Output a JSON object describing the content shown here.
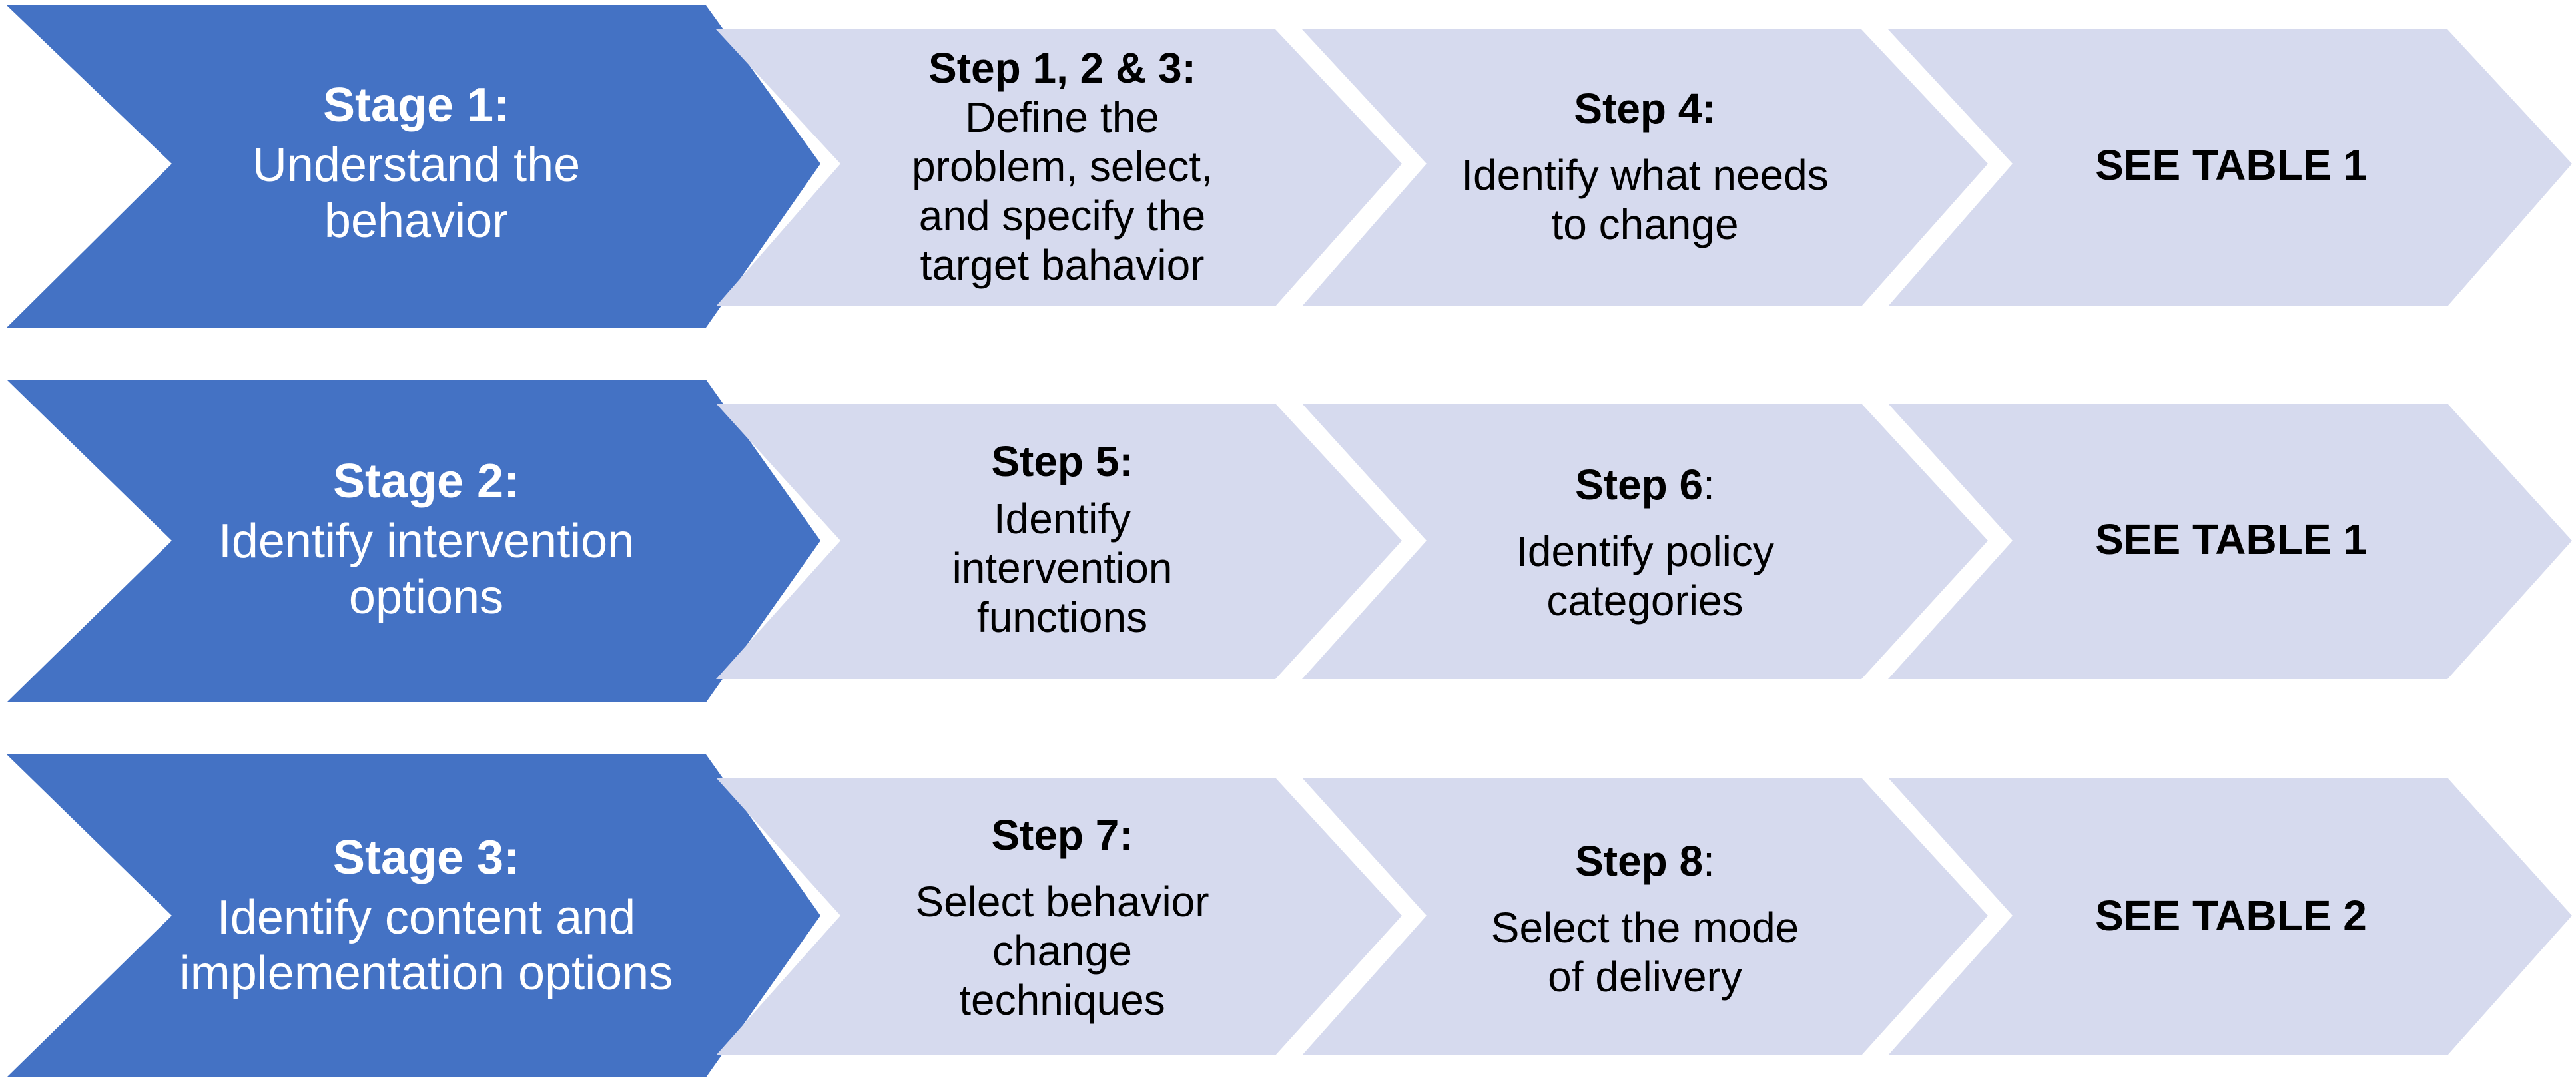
{
  "colors": {
    "stage_fill": "#4472C4",
    "step_fill": "#D6DAEE",
    "stage_text": "#FFFFFF",
    "step_text": "#000000"
  },
  "rows": [
    {
      "stage": {
        "title": "Stage 1:",
        "text": "Understand the behavior"
      },
      "step_a": {
        "title": "Step 1, 2 & 3:",
        "title_colon": "",
        "text": "Define the problem, select, and specify the target bahavior"
      },
      "step_b": {
        "title": "Step 4:",
        "title_colon": "",
        "text": "Identify what needs to change"
      },
      "reference": "SEE TABLE 1"
    },
    {
      "stage": {
        "title": "Stage 2:",
        "text": "Identify intervention options"
      },
      "step_a": {
        "title": "Step 5:",
        "title_colon": "",
        "text": "Identify intervention functions"
      },
      "step_b": {
        "title": "Step 6",
        "title_colon": ":",
        "text": "Identify policy categories"
      },
      "reference": "SEE TABLE 1"
    },
    {
      "stage": {
        "title": "Stage 3:",
        "text": "Identify content and implementation options"
      },
      "step_a": {
        "title": "Step 7:",
        "title_colon": "",
        "text": "Select behavior change techniques"
      },
      "step_b": {
        "title": "Step 8",
        "title_colon": ":",
        "text": "Select the mode of delivery"
      },
      "reference": "SEE TABLE 2"
    }
  ]
}
